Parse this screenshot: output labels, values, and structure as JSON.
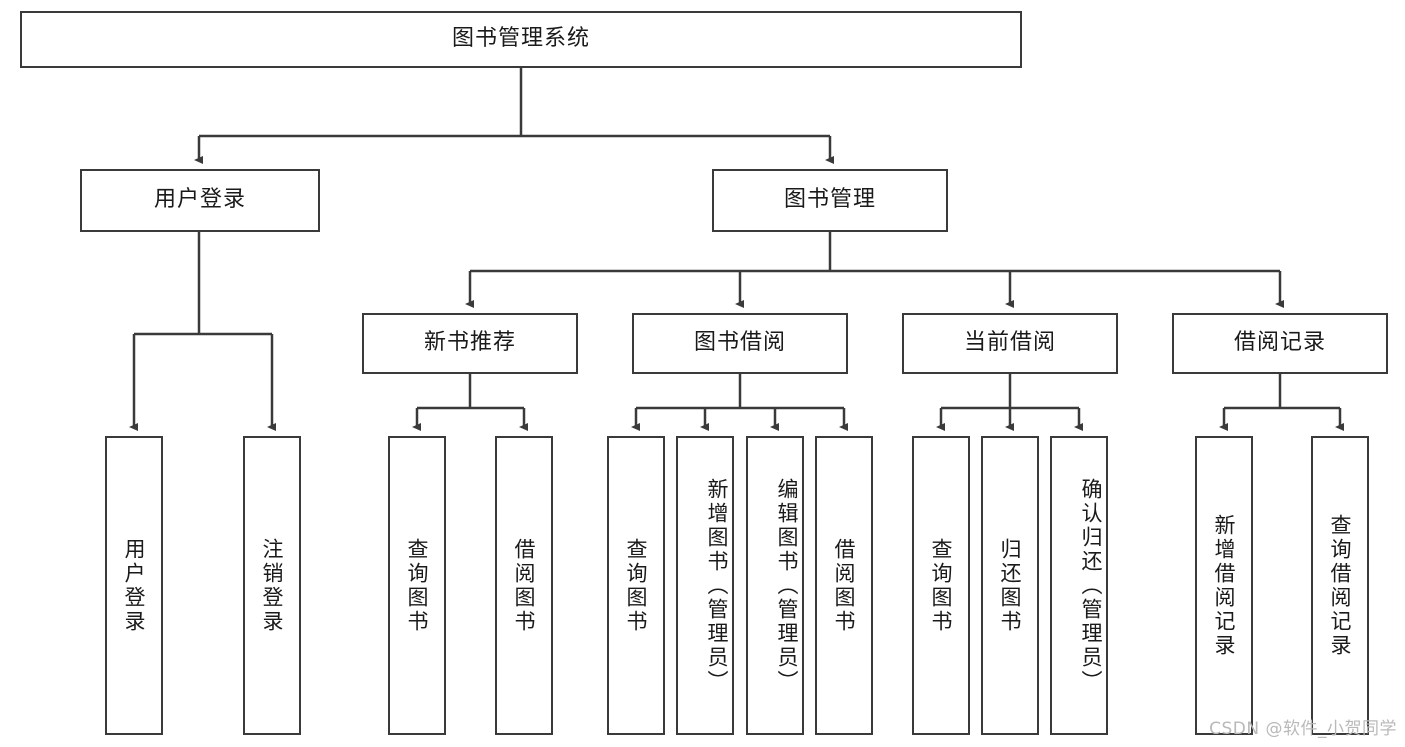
{
  "diagram": {
    "title": "图书管理系统",
    "type": "tree-hierarchy-chart",
    "root": {
      "label": "图书管理系统"
    },
    "level2": [
      {
        "label": "用户登录"
      },
      {
        "label": "图书管理"
      }
    ],
    "level3": [
      {
        "label": "新书推荐"
      },
      {
        "label": "图书借阅"
      },
      {
        "label": "当前借阅"
      },
      {
        "label": "借阅记录"
      }
    ],
    "leaves": {
      "user_login": [
        {
          "label": "用户登录"
        },
        {
          "label": "注销登录"
        }
      ],
      "new_book_recommend": [
        {
          "label": "查询图书"
        },
        {
          "label": "借阅图书"
        }
      ],
      "book_borrow": [
        {
          "label": "查询图书"
        },
        {
          "label": "新增图书（管理员）"
        },
        {
          "label": "编辑图书（管理员）"
        },
        {
          "label": "借阅图书"
        }
      ],
      "current_borrow": [
        {
          "label": "查询图书"
        },
        {
          "label": "归还图书"
        },
        {
          "label": "确认归还（管理员）"
        }
      ],
      "borrow_records": [
        {
          "label": "新增借阅记录"
        },
        {
          "label": "查询借阅记录"
        }
      ]
    }
  },
  "watermark": {
    "text": "CSDN @软件_小贺同学"
  },
  "colors": {
    "border": "#3a3a3a",
    "text": "#1a1a1a",
    "background": "#ffffff",
    "watermark": "#b9b9b9"
  }
}
